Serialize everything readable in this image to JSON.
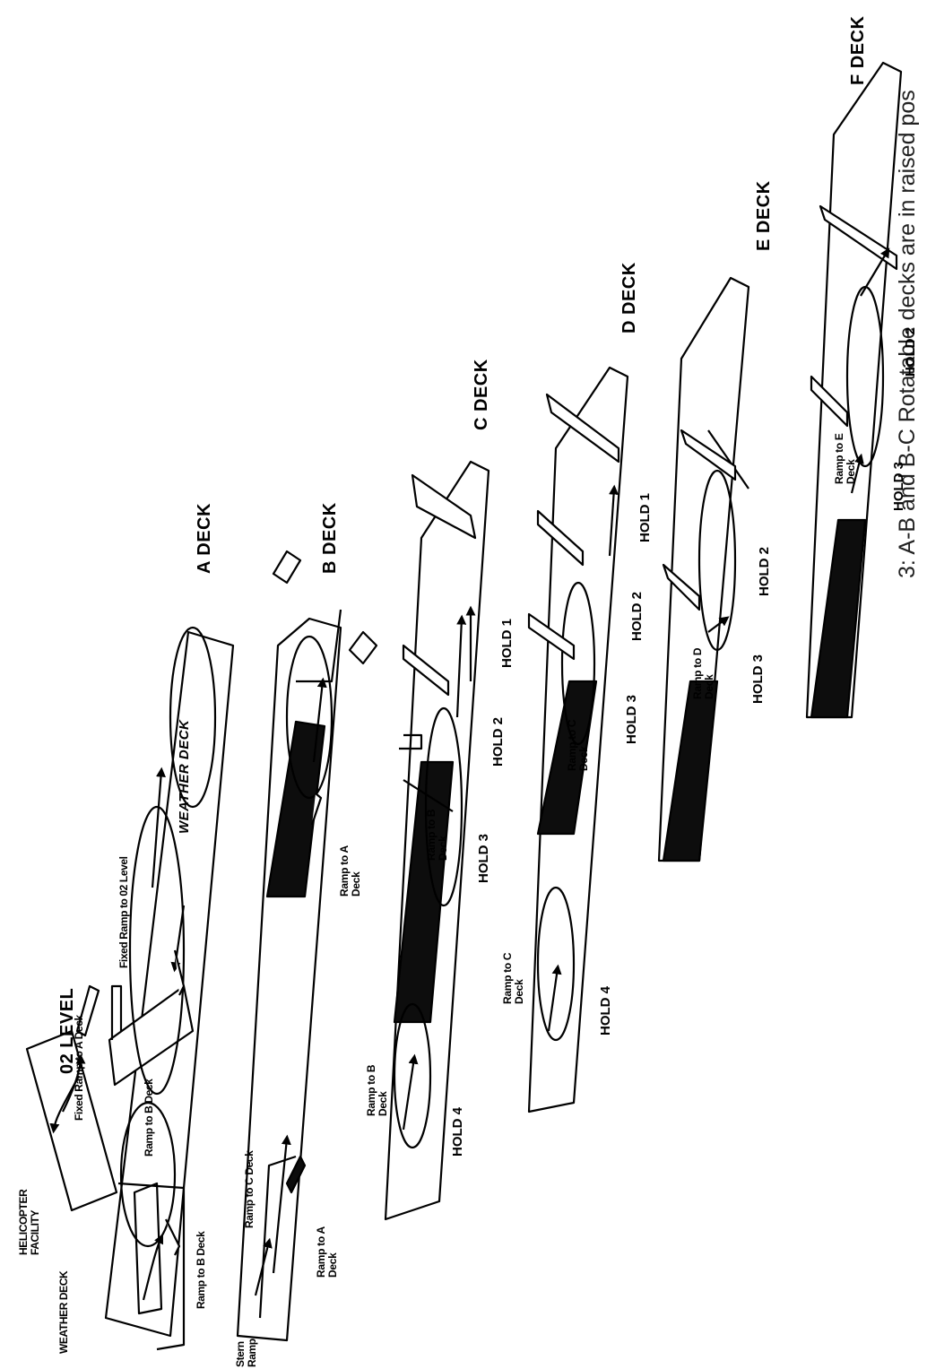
{
  "caption": "3: A-B and B-C Rotatable decks are in raised pos",
  "decks": {
    "level02": {
      "title": "02 LEVEL",
      "fixed_ramp": "Fixed Ramp to A Deck",
      "helicopter": "HELICOPTER FACILITY"
    },
    "a": {
      "title": "A DECK",
      "weather_deck_pointer": "WEATHER DECK",
      "ramp_to_b_lower": "Ramp to B Deck",
      "ramp_to_b_mid": "Ramp to B Deck",
      "fixed_ramp_02": "Fixed Ramp to 02 Level",
      "weather_deck": "WEATHER DECK"
    },
    "b": {
      "title": "B DECK",
      "stern_ramp": "Stern Ramp",
      "ramp_to_a_lower": "Ramp to A Deck",
      "ramp_to_c": "Ramp to C Deck",
      "ramp_to_a_mid": "Ramp to A Deck"
    },
    "c": {
      "title": "C DECK",
      "hold4": "HOLD 4",
      "ramp_to_b_lower": "Ramp to B Deck",
      "hold3": "HOLD 3",
      "ramp_to_b_upper": "Ramp to B Deck",
      "hold2": "HOLD 2",
      "hold1": "HOLD 1"
    },
    "d": {
      "title": "D DECK",
      "ramp_to_c_lower": "Ramp to C Deck",
      "hold4": "HOLD 4",
      "hold3": "HOLD 3",
      "ramp_to_c_upper": "Ramp to C Deck",
      "hold2": "HOLD 2",
      "hold1": "HOLD 1"
    },
    "e": {
      "title": "E DECK",
      "hold3": "HOLD 3",
      "ramp_to_d": "Ramp to D Deck",
      "hold2": "HOLD 2"
    },
    "f": {
      "title": "F DECK",
      "hold3": "HOLD 3",
      "ramp_to_e": "Ramp to E Deck",
      "hold2": "HOLD 2"
    }
  },
  "colors": {
    "ink": "#000000",
    "paper": "#ffffff",
    "fill_dark": "#0d0d0d"
  }
}
